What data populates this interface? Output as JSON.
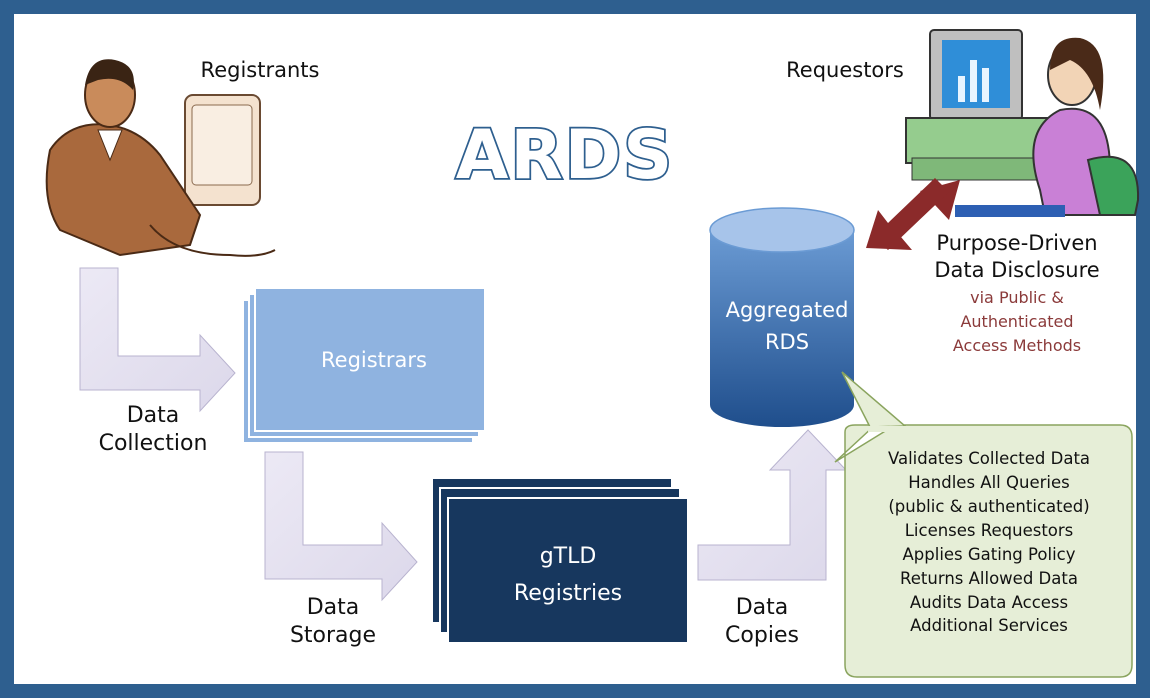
{
  "diagram": {
    "title": "ARDS",
    "actors": {
      "registrants": "Registrants",
      "requestors": "Requestors"
    },
    "nodes": {
      "registrars": "Registrars",
      "registries": [
        "gTLD",
        "Registries"
      ],
      "aggregated_rds": [
        "Aggregated",
        "RDS"
      ]
    },
    "flows": {
      "collection": [
        "Data",
        "Collection"
      ],
      "storage": [
        "Data",
        "Storage"
      ],
      "copies": [
        "Data",
        "Copies"
      ]
    },
    "disclosure": {
      "title": [
        "Purpose-Driven",
        "Data Disclosure"
      ],
      "subtitle": [
        "via Public &",
        "Authenticated",
        "Access Methods"
      ]
    },
    "callout": [
      "Validates Collected Data",
      "Handles All Queries",
      "(public & authenticated)",
      "Licenses Requestors",
      "Applies Gating Policy",
      "Returns Allowed Data",
      "Audits Data Access",
      "Additional Services"
    ],
    "colors": {
      "frame": "#2e5f8f",
      "registrars": "#8fb3e0",
      "registries": "#17375e",
      "rds_top": "#6b9bd4",
      "rds_bottom": "#1f4e8c",
      "flow_arrow": "#e6e3f2",
      "disclosure_arrow": "#8b2a2a",
      "subtitle_text": "#8b3a3a",
      "callout_fill": "#e6eed7"
    }
  }
}
